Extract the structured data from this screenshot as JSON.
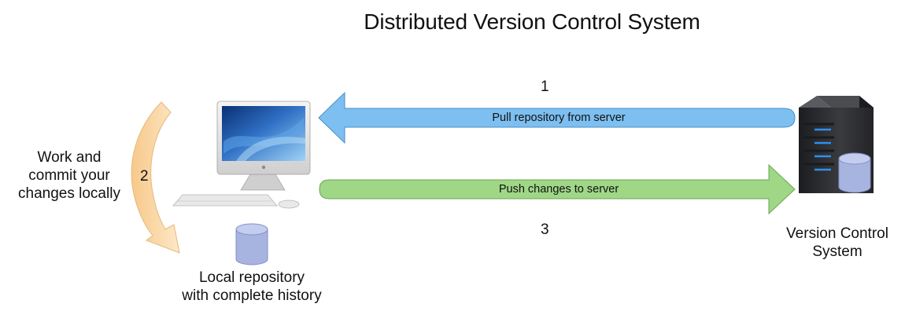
{
  "diagram": {
    "title": "Distributed Version Control System",
    "steps": {
      "one": "1",
      "two": "2",
      "three": "3"
    },
    "arrows": {
      "pull": "Pull repository from server",
      "push": "Push changes to server"
    },
    "local_work": {
      "line1": "Work and",
      "line2": "commit your",
      "line3": "changes locally"
    },
    "local_repository": {
      "line1": "Local repository",
      "line2": "with complete history"
    },
    "server": {
      "line1": "Version Control",
      "line2": "System"
    }
  },
  "colors": {
    "pull_arrow": "#7dbff0",
    "push_arrow": "#9fd787",
    "curved_arrow": "#fbd9a6",
    "database": "#a8b4e0",
    "server_body": "#2f3033",
    "server_lights": "#2e8ff0"
  },
  "icons": [
    "monitor-icon",
    "keyboard-icon",
    "mouse-icon",
    "database-icon",
    "server-icon",
    "curved-arrow-icon"
  ]
}
